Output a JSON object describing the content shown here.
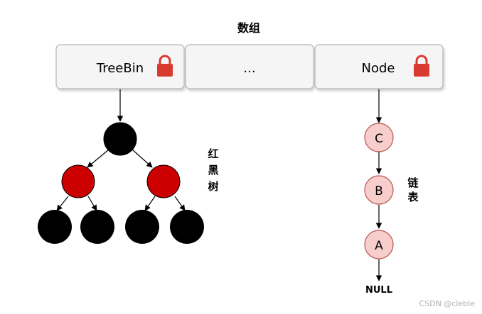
{
  "title": "数组",
  "array_cells": [
    {
      "label": "TreeBin",
      "locked": true
    },
    {
      "label": "...",
      "locked": false
    },
    {
      "label": "Node",
      "locked": true
    }
  ],
  "tree_label": [
    "红",
    "黑",
    "树"
  ],
  "list_label": [
    "链",
    "表"
  ],
  "list_nodes": [
    "C",
    "B",
    "A"
  ],
  "null_label": "NULL",
  "watermark": "CSDN @cleble",
  "colors": {
    "cell_fill": "#f5f5f5",
    "cell_border": "#b3b3b3",
    "lock": "#d93a2f",
    "black_node": "#000000",
    "red_node": "#cc0000",
    "list_node_fill": "#f8cecc",
    "list_node_border": "#b85450"
  }
}
